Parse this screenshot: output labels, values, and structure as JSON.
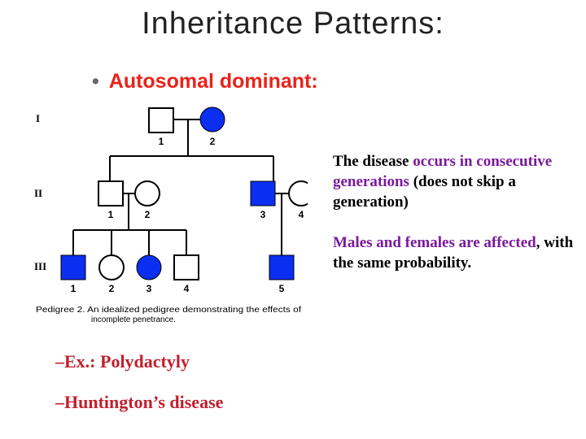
{
  "slide": {
    "title": "Inheritance Patterns:",
    "bullet_marker": "•",
    "subtitle": "Autosomal dominant:"
  },
  "pedigree": {
    "generations": [
      "I",
      "II",
      "III"
    ],
    "individual_labels": {
      "I": [
        "1",
        "2"
      ],
      "II": [
        "1",
        "2",
        "3",
        "4"
      ],
      "III": [
        "1",
        "2",
        "3",
        "4",
        "5"
      ]
    },
    "affected_color": "#0a2ff0",
    "caption_line1": "Pedigree 2. An idealized pedigree demonstrating the effects of",
    "caption_line2": "incomplete penetrance."
  },
  "description": {
    "p1_part1": "The disease ",
    "p1_part2": "occurs in consecutive generations",
    "p1_part3": " (does not skip a generation)",
    "p2_part1": "Males and females are affected",
    "p2_part2": ", with the same probability."
  },
  "examples": [
    "–Ex.:  Polydactyly",
    "–Huntington’s disease"
  ]
}
